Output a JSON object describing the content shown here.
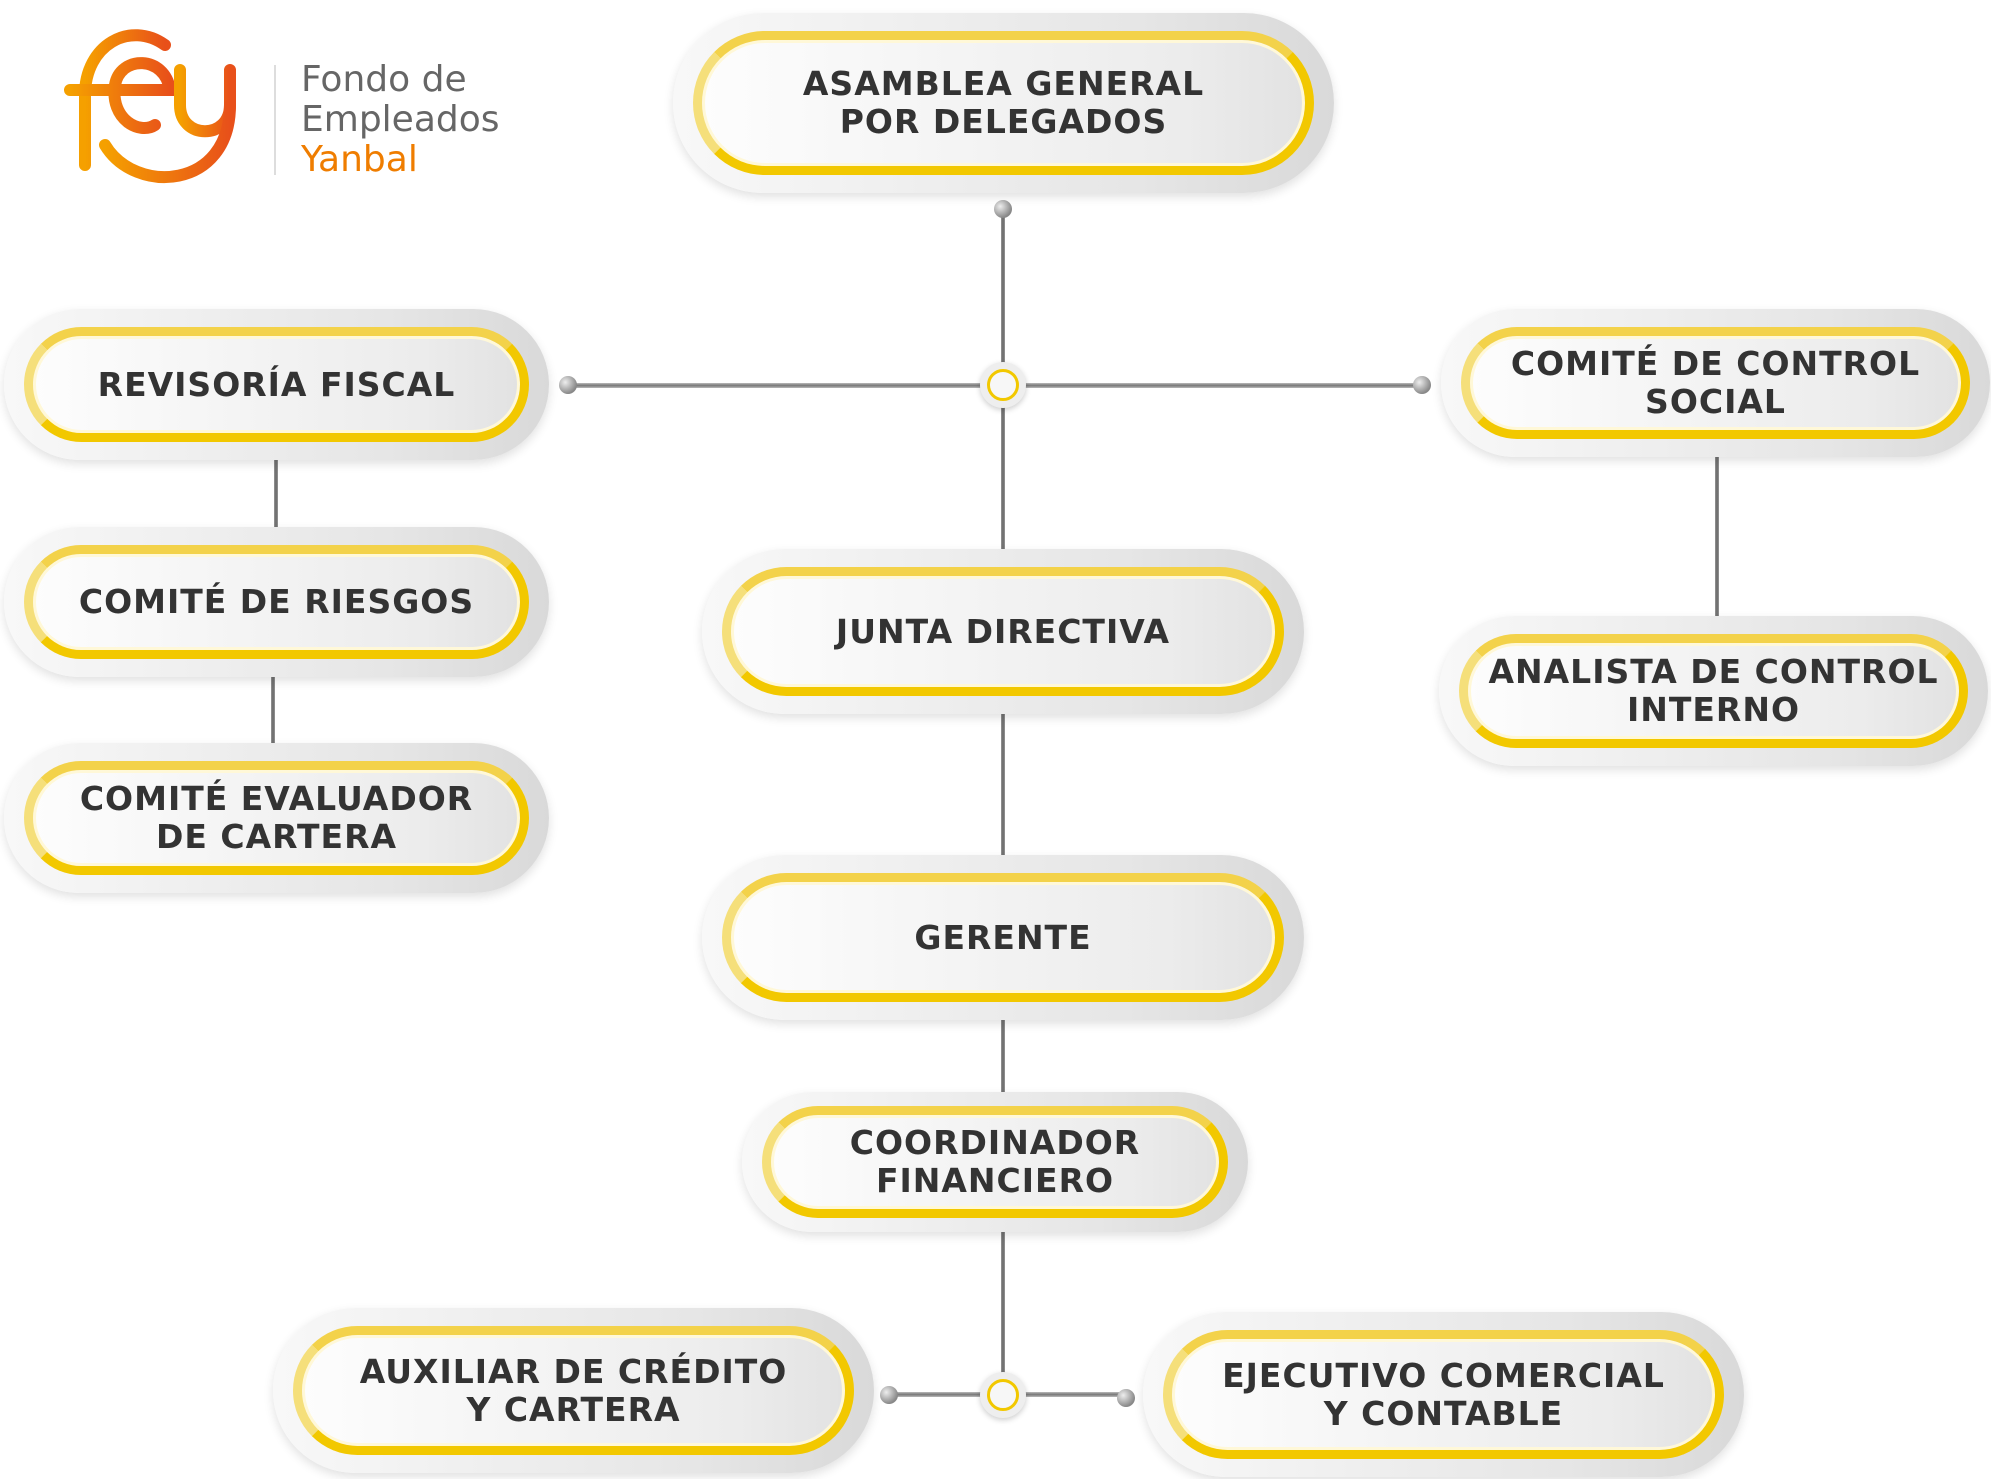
{
  "logo": {
    "line1": "Fondo de",
    "line2": "Empleados",
    "line3": "Yanbal",
    "mark": "fey"
  },
  "nodes": {
    "asamblea": "ASAMBLEA GENERAL\nPOR DELEGADOS",
    "revisoria": "REVISORÍA FISCAL",
    "riesgos": "COMITÉ DE RIESGOS",
    "evaluador": "COMITÉ EVALUADOR\nDE CARTERA",
    "control_social": "COMITÉ DE CONTROL\nSOCIAL",
    "analista": "ANALISTA DE CONTROL\nINTERNO",
    "junta": "JUNTA DIRECTIVA",
    "gerente": "GERENTE",
    "coordinador": "COORDINADOR\nFINANCIERO",
    "auxiliar": "AUXILIAR DE CRÉDITO\nY CARTERA",
    "ejecutivo": "EJECUTIVO COMERCIAL\nY CONTABLE"
  },
  "colors": {
    "accent": "#f2c800",
    "brand": "#ef7d00",
    "text": "#333333"
  }
}
